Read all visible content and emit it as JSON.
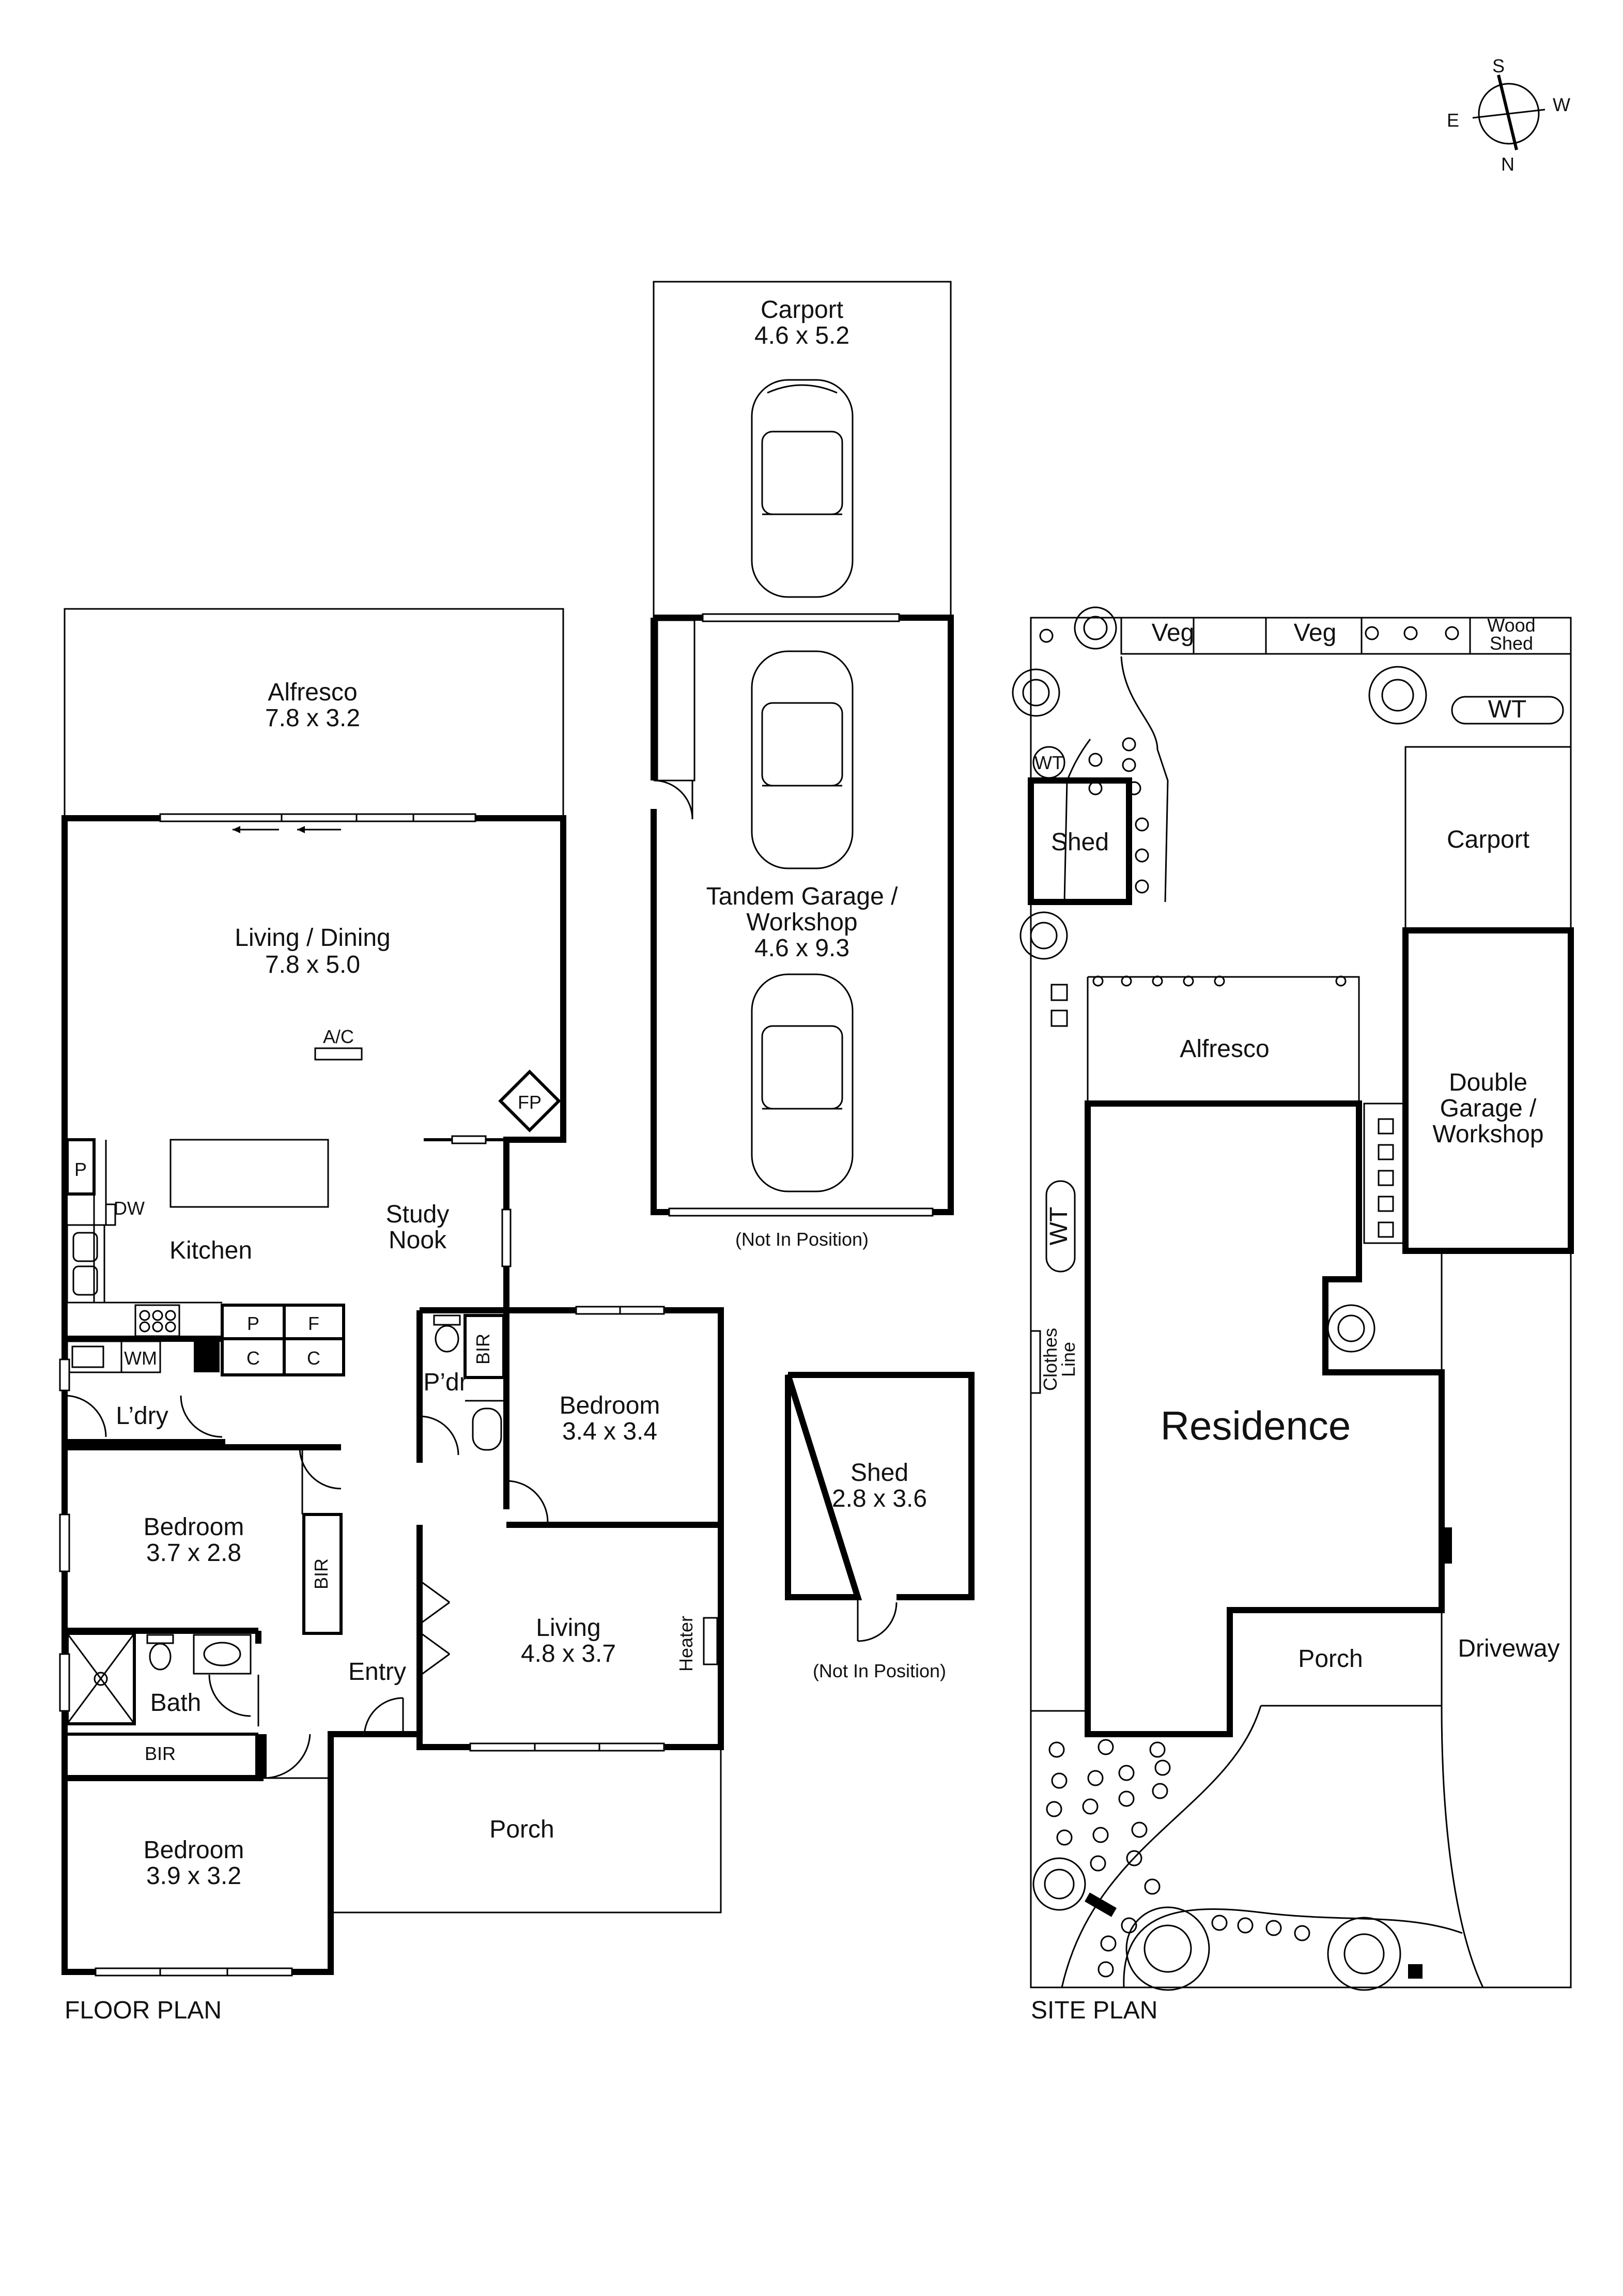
{
  "compass": {
    "s": "S",
    "w": "W",
    "e": "E",
    "n": "N"
  },
  "floor_plan": {
    "title": "FLOOR PLAN",
    "rooms": {
      "alfresco": {
        "name": "Alfresco",
        "size": "7.8 x 3.2"
      },
      "living_dining": {
        "name": "Living / Dining",
        "size": "7.8 x 5.0"
      },
      "ac": "A/C",
      "fp": "FP",
      "kitchen": "Kitchen",
      "study_nook": {
        "line1": "Study",
        "line2": "Nook"
      },
      "pantry_p": "P",
      "dw": "DW",
      "wm": "WM",
      "p2": "P",
      "f": "F",
      "c1": "C",
      "c2": "C",
      "laundry": "L’dry",
      "powder": "P’dr",
      "bir_powder": "BIR",
      "bedroom_34": {
        "name": "Bedroom",
        "size": "3.4 x 3.4"
      },
      "bedroom_37": {
        "name": "Bedroom",
        "size": "3.7 x 2.8"
      },
      "bir_bed37": "BIR",
      "living": {
        "name": "Living",
        "size": "4.8 x 3.7"
      },
      "heater": "Heater",
      "entry": "Entry",
      "bath": "Bath",
      "bir_bath": "BIR",
      "bedroom_39": {
        "name": "Bedroom",
        "size": "3.9 x 3.2"
      },
      "porch": "Porch"
    }
  },
  "outbuildings": {
    "carport": {
      "name": "Carport",
      "size": "4.6 x 5.2"
    },
    "garage": {
      "line1": "Tandem Garage /",
      "line2": "Workshop",
      "size": "4.6 x 9.3"
    },
    "garage_note": "(Not In Position)",
    "shed": {
      "name": "Shed",
      "size": "2.8 x 3.6"
    },
    "shed_note": "(Not In Position)"
  },
  "site_plan": {
    "title": "SITE PLAN",
    "labels": {
      "veg1": "Veg",
      "veg2": "Veg",
      "wood_shed_1": "Wood",
      "wood_shed_2": "Shed",
      "wt_top": "WT",
      "wt_small": "WT",
      "shed": "Shed",
      "carport": "Carport",
      "alfresco": "Alfresco",
      "garage_1": "Double",
      "garage_2": "Garage /",
      "garage_3": "Workshop",
      "wt_side": "WT",
      "clothes_1": "Clothes",
      "clothes_2": "Line",
      "residence": "Residence",
      "porch": "Porch",
      "driveway": "Driveway"
    }
  }
}
